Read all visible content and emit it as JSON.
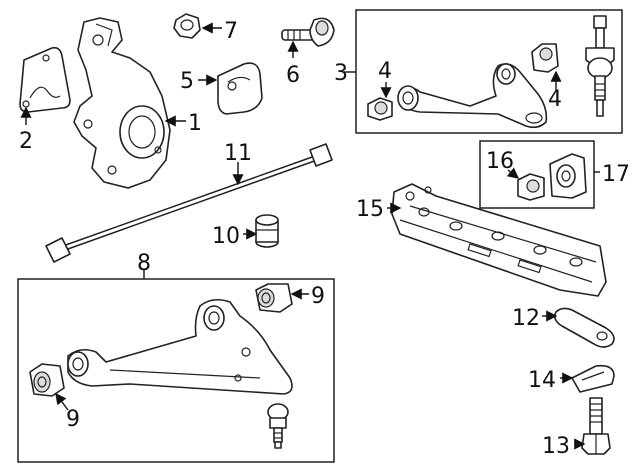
{
  "callouts": {
    "c1": "1",
    "c2": "2",
    "c3": "3",
    "c4a": "4",
    "c4b": "4",
    "c5": "5",
    "c6": "6",
    "c7": "7",
    "c8": "8",
    "c9a": "9",
    "c9b": "9",
    "c10": "10",
    "c11": "11",
    "c12": "12",
    "c13": "13",
    "c14": "14",
    "c15": "15",
    "c16": "16",
    "c17": "17"
  }
}
